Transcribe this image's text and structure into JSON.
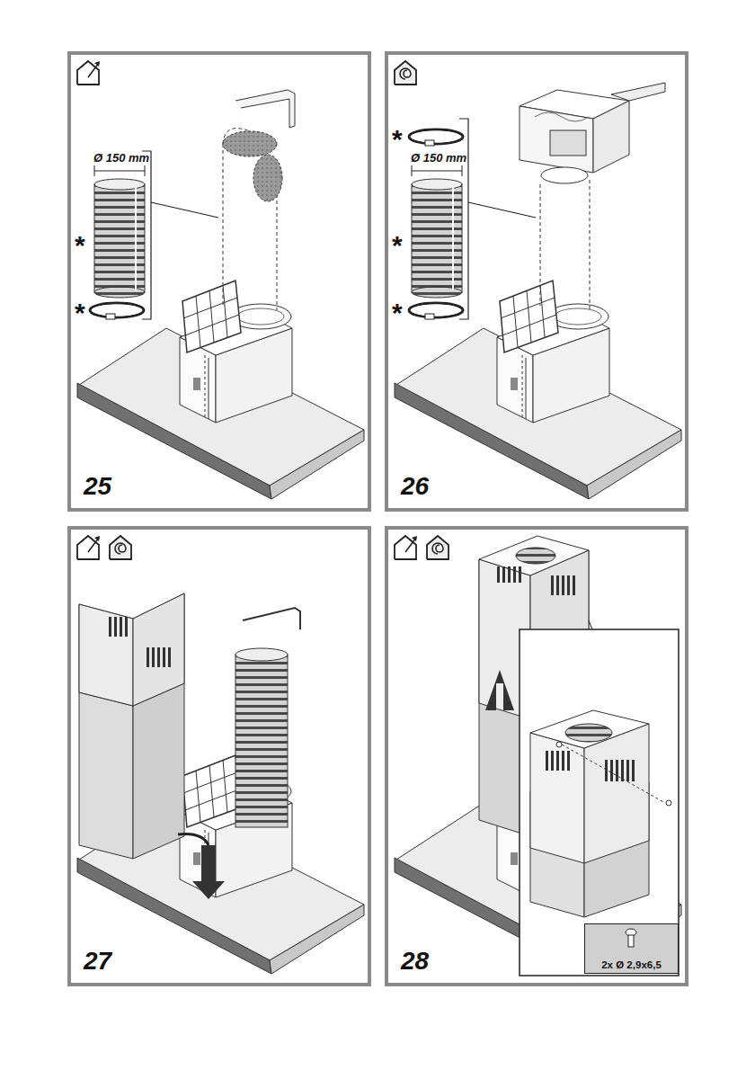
{
  "diagram": {
    "nodes": [
      {
        "text": [
          "25"
        ]
      },
      {
        "text": [
          "26"
        ]
      },
      {
        "text": [
          "27"
        ]
      },
      {
        "text": [
          "28"
        ]
      },
      {
        "text": [
          "2x Ø 2,9x6,5"
        ],
        "in": 3
      }
    ],
    "labels": [
      "Ø 150 mm",
      "*",
      "*",
      "Ø 150 mm",
      "*",
      "*",
      "*"
    ]
  }
}
